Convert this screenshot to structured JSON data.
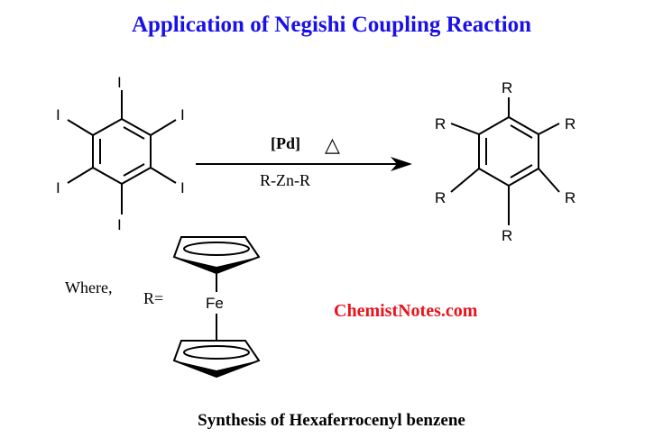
{
  "title": "Application of Negishi Coupling Reaction",
  "reactant": {
    "substituent": "I"
  },
  "reaction": {
    "catalyst": "[Pd]",
    "heat_symbol": "△",
    "reagent": "R-Zn-R"
  },
  "product": {
    "substituent": "R"
  },
  "definition": {
    "where_label": "Where,",
    "r_label": "R=",
    "metal": "Fe"
  },
  "watermark": "ChemistNotes.com",
  "caption": "Synthesis of Hexaferrocenyl benzene",
  "colors": {
    "title": "#1a10e8",
    "watermark": "#e8141b",
    "ink": "#000000"
  }
}
